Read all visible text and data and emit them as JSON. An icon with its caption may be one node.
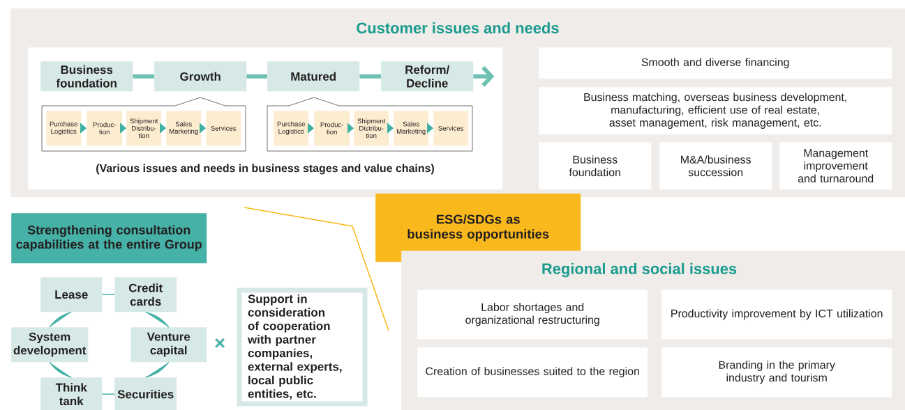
{
  "diagram": {
    "nodes": [
      {
        "text": [
          "Customer issues and needs"
        ]
      },
      {
        "text": [
          "(Various issues and needs in business stages and value chains)"
        ],
        "in": 0
      },
      {
        "text": [
          "Business foundation"
        ],
        "in": 1
      },
      {
        "text": [
          "Growth"
        ],
        "in": 1
      },
      {
        "text": [
          "Matured"
        ],
        "in": 1
      },
      {
        "text": [
          "Reform/ Decline"
        ],
        "in": 1
      },
      {
        "text": [],
        "shape": "box",
        "in": 1
      },
      {
        "text": [
          "Purchase Logistics"
        ],
        "in": 6
      },
      {
        "text": [
          "Produc- tion"
        ],
        "in": 6
      },
      {
        "text": [
          "Shipment Distribu- tion"
        ],
        "in": 6
      },
      {
        "text": [
          "Sales Marketing"
        ],
        "in": 6
      },
      {
        "text": [
          "Services"
        ],
        "in": 6
      },
      {
        "text": [],
        "shape": "box",
        "in": 1
      },
      {
        "text": [
          "Purchase Logistics"
        ],
        "in": 12
      },
      {
        "text": [
          "Produc- tion"
        ],
        "in": 12
      },
      {
        "text": [
          "Shipment Distribu- tion"
        ],
        "in": 12
      },
      {
        "text": [
          "Sales Marketing"
        ],
        "in": 12
      },
      {
        "text": [
          "Services"
        ],
        "in": 12
      },
      {
        "text": [
          "Smooth and diverse financing"
        ],
        "in": 0
      },
      {
        "text": [
          "Business matching, overseas business development, manufacturing, efficient use of real estate, asset management, risk management, etc."
        ],
        "in": 0
      },
      {
        "text": [
          "Business foundation"
        ],
        "in": 0
      },
      {
        "text": [
          "M&A/business succession"
        ],
        "in": 0
      },
      {
        "text": [
          "Management improvement and turnaround"
        ],
        "in": 0
      },
      {
        "text": [
          "Strengthening consultation capabilities at the entire Group"
        ]
      },
      {
        "text": [
          "Lease"
        ]
      },
      {
        "text": [
          "Credit cards"
        ]
      },
      {
        "text": [
          "Venture capital"
        ]
      },
      {
        "text": [
          "Securities"
        ]
      },
      {
        "text": [
          "Think tank"
        ]
      },
      {
        "text": [
          "System development"
        ]
      },
      {
        "text": [
          "Support in consideration of cooperation with partner companies, external experts, local public entities, etc."
        ]
      },
      {
        "text": [
          "ESG/SDGs as business opportunities"
        ]
      },
      {
        "text": [
          "Regional and social issues"
        ]
      },
      {
        "text": [
          "Labor shortages and organizational restructuring"
        ],
        "in": 32
      },
      {
        "text": [
          "Productivity improvement by ICT utilization"
        ],
        "in": 32
      },
      {
        "text": [
          "Creation of businesses suited to the region"
        ],
        "in": 32
      },
      {
        "text": [
          "Branding in the primary industry and tourism"
        ],
        "in": 32
      }
    ],
    "edges": [
      {
        "from": 2,
        "to": 3,
        "arrow": "none",
        "style": "thick",
        "color": "#70c1b3"
      },
      {
        "from": 3,
        "to": 4,
        "arrow": "none",
        "style": "thick",
        "color": "#70c1b3"
      },
      {
        "from": 4,
        "to": 5,
        "arrow": "none",
        "style": "thick",
        "color": "#70c1b3"
      },
      {
        "from": 5,
        "to": null,
        "arrow": "to",
        "style": "thick",
        "color": "#70c1b3"
      },
      {
        "from": 7,
        "to": 8,
        "arrow": "to"
      },
      {
        "from": 8,
        "to": 9,
        "arrow": "to"
      },
      {
        "from": 9,
        "to": 10,
        "arrow": "to"
      },
      {
        "from": 10,
        "to": 11,
        "arrow": "to"
      },
      {
        "from": 13,
        "to": 14,
        "arrow": "to"
      },
      {
        "from": 14,
        "to": 15,
        "arrow": "to"
      },
      {
        "from": 15,
        "to": 16,
        "arrow": "to"
      },
      {
        "from": 16,
        "to": 17,
        "arrow": "to"
      },
      {
        "from": 24,
        "to": 25,
        "arrow": "none"
      },
      {
        "from": 25,
        "to": 26,
        "arrow": "none"
      },
      {
        "from": 26,
        "to": 27,
        "arrow": "none"
      },
      {
        "from": 27,
        "to": 28,
        "arrow": "none"
      },
      {
        "from": 28,
        "to": 29,
        "arrow": "none"
      },
      {
        "from": 29,
        "to": 24,
        "arrow": "none"
      }
    ],
    "labels": [
      "×"
    ]
  }
}
